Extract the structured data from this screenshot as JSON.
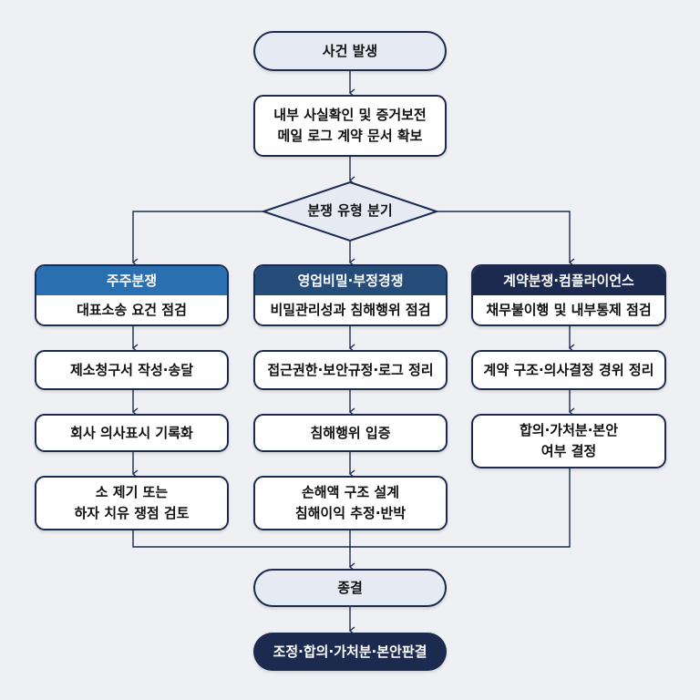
{
  "start": "사건 발생",
  "step2": [
    "내부 사실확인 및 증거보전",
    "메일 로그 계약 문서 확보"
  ],
  "decision": "분쟁 유형 분기",
  "columns": [
    {
      "title": "주주분쟁",
      "first": "대표소송 요건 점검",
      "steps": [
        [
          "제소청구서 작성·송달"
        ],
        [
          "회사 의사표시 기록화"
        ],
        [
          "소 제기 또는",
          "하자 치유 쟁점 검토"
        ]
      ],
      "color": "#2a6fb0"
    },
    {
      "title": "영업비밀·부정경쟁",
      "first": "비밀관리성과 침해행위 점검",
      "steps": [
        [
          "접근권한·보안규정·로그 정리"
        ],
        [
          "침해행위 입증"
        ],
        [
          "손해액 구조 설계",
          "침해이익 추정·반박"
        ]
      ],
      "color": "#264d7a"
    },
    {
      "title": "계약분쟁·컴플라이언스",
      "first": "채무불이행 및 내부통제 점검",
      "steps": [
        [
          "계약 구조·의사결정 경위 정리"
        ],
        [
          "합의·가처분·본안",
          "여부 결정"
        ]
      ],
      "color": "#1b2a4e"
    }
  ],
  "end": "종결",
  "outcome": "조정·합의·가처분·본안판결"
}
